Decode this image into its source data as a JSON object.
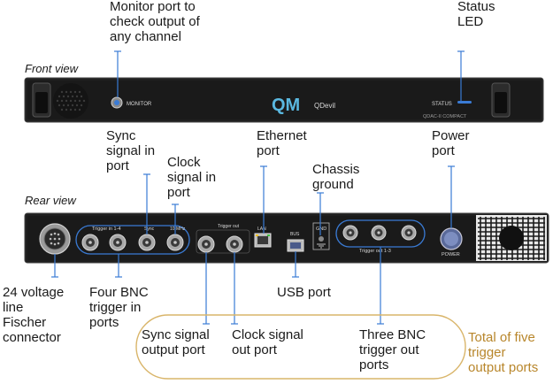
{
  "views": {
    "front": "Front view",
    "rear": "Rear view"
  },
  "front_panel": {
    "monitor": "MONITOR",
    "logo_mark": "QM",
    "brand": "QDevil",
    "status": "STATUS",
    "model": "QDAC-II COMPACT"
  },
  "rear_panel": {
    "trigger_in": "Trigger in 1-4",
    "sync": "Sync",
    "clk": "10 MHz",
    "trigger_out": "Trigger out",
    "lan": "LAN",
    "bus": "BUS",
    "gnd": "GND",
    "trigger_out_13": "Trigger out 1-3",
    "power": "POWER"
  },
  "annotations": {
    "monitor_port": "Monitor port to\ncheck output of\nany channel",
    "status_led": "Status\nLED",
    "sync_in": "Sync\nsignal in\nport",
    "clock_in": "Clock\nsignal in\nport",
    "ethernet": "Ethernet\nport",
    "chassis_ground": "Chassis\nground",
    "power_port": "Power\nport",
    "fischer": "24 voltage\nline\nFischer\nconnector",
    "bnc_in": "Four BNC\ntrigger in\nports",
    "usb": "USB port",
    "sync_out": "Sync signal\noutput port",
    "clock_out": "Clock signal\nout port",
    "bnc_out": "Three BNC\ntrigger out\nports",
    "total": "Total of five\ntrigger\noutput ports"
  },
  "colors": {
    "accent_blue": "#3a7bd5",
    "gold": "#d9b56a",
    "panel": "#1c1c1c",
    "logo": "#5ab8e0"
  }
}
